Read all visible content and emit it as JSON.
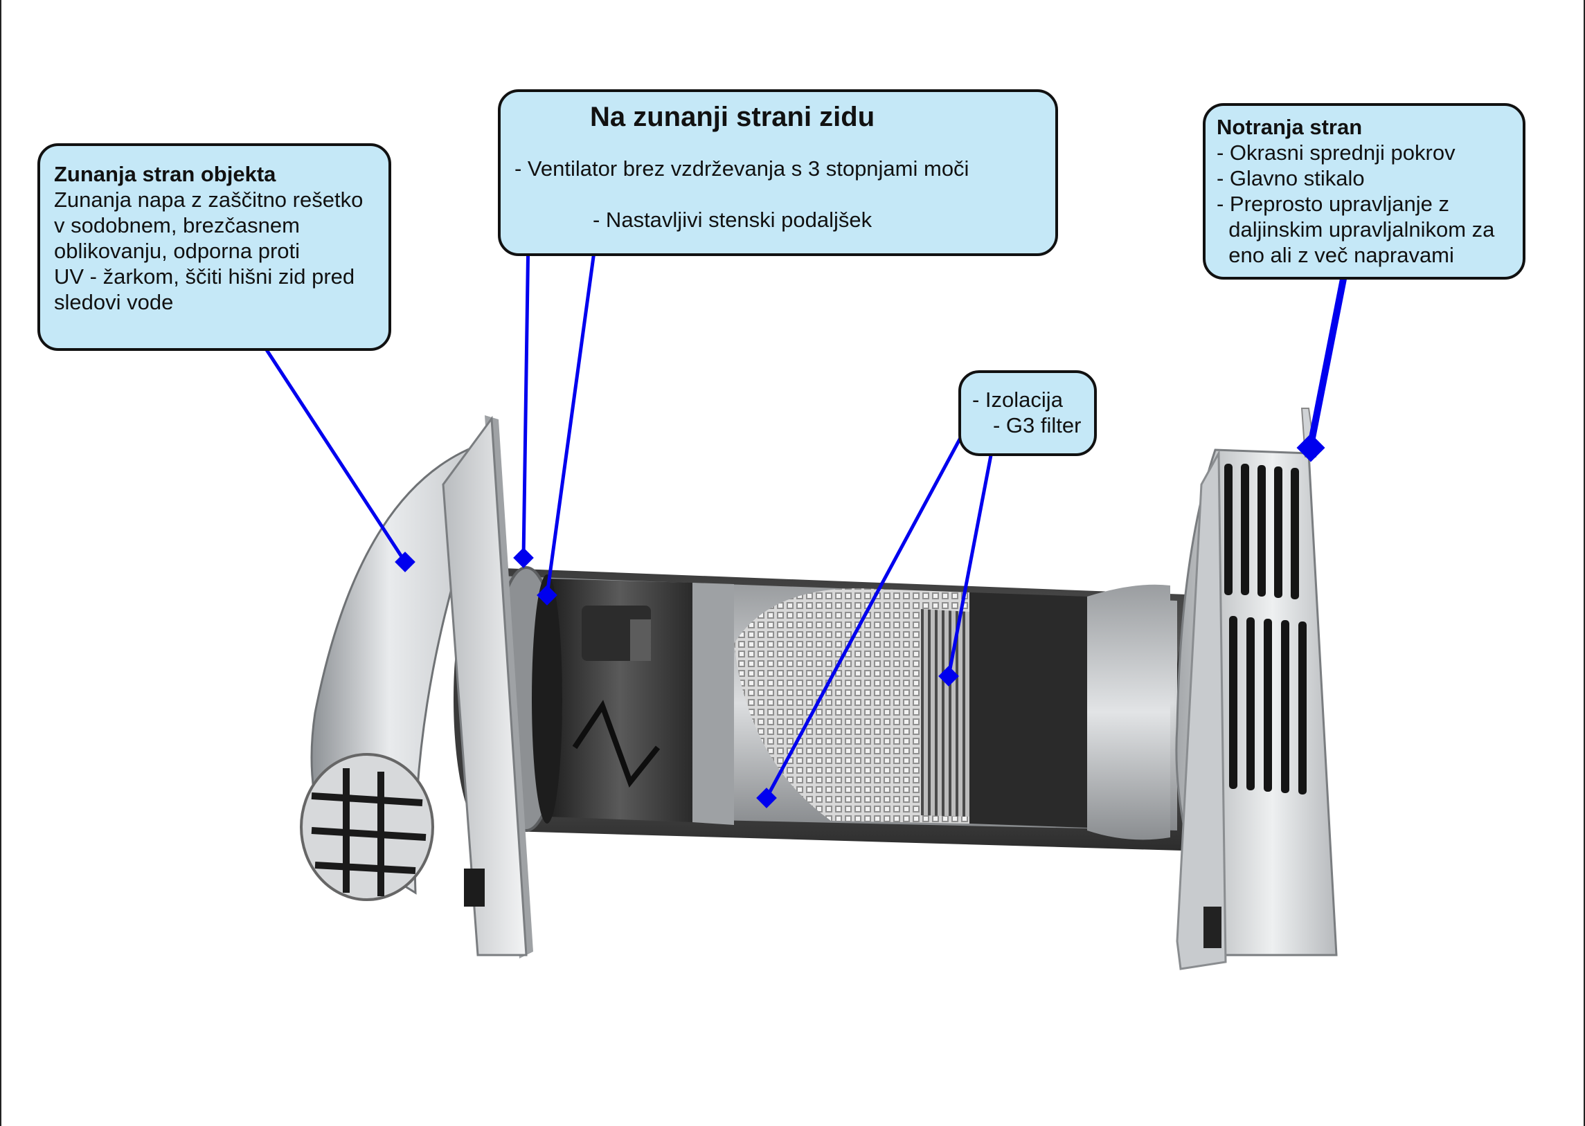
{
  "callouts": {
    "exterior": {
      "title": "Zunanja stran objekta",
      "lines": [
        "Zunanja napa z zaščitno rešetko",
        "v sodobnem, brezčasnem",
        "oblikovanju, odporna proti",
        "UV - žarkom, ščiti hišni zid pred",
        "sledovi vode"
      ]
    },
    "wall": {
      "title": "Na zunanji strani zidu",
      "lines": [
        "- Ventilator brez vzdrževanja s 3 stopnjami moči",
        "- Nastavljivi stenski podaljšek"
      ]
    },
    "interior": {
      "title": "Notranja stran",
      "lines": [
        "- Okrasni sprednji pokrov",
        "- Glavno stikalo",
        "- Preprosto upravljanje z",
        "  daljinskim upravljalnikom za",
        "  eno ali z več napravami"
      ]
    },
    "filter": {
      "lines": [
        "- Izolacija",
        "- G3 filter"
      ]
    }
  },
  "colors": {
    "callout_fill": "#c5e8f7",
    "leader_line": "#0000ee",
    "outline": "#111111"
  },
  "illustration": "ventilation-unit-cutaway"
}
